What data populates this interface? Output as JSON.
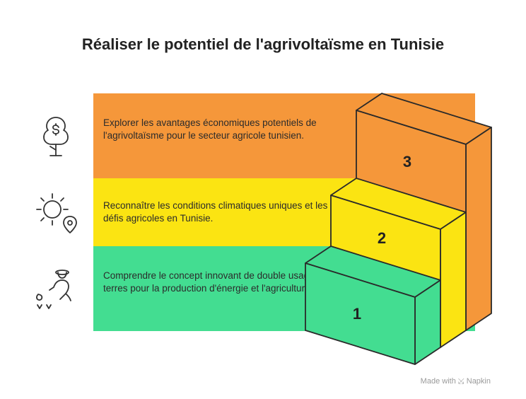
{
  "title": "Réaliser le potentiel de l'agrivoltaïsme en Tunisie",
  "steps": [
    {
      "number": "1",
      "text": "Comprendre le concept innovant de double usage des terres pour la production d'énergie et l'agriculture.",
      "color": "#43DD91",
      "icon": "farmer-planting-icon"
    },
    {
      "number": "2",
      "text": "Reconnaître les conditions climatiques uniques et les défis agricoles en Tunisie.",
      "color": "#FBE412",
      "icon": "sun-location-icon"
    },
    {
      "number": "3",
      "text": "Explorer les avantages économiques potentiels de l'agrivoltaïsme pour le secteur agricole tunisien.",
      "color": "#F5973A",
      "icon": "money-plant-icon"
    }
  ],
  "footer": {
    "made_with": "Made with",
    "brand": "Napkin"
  }
}
